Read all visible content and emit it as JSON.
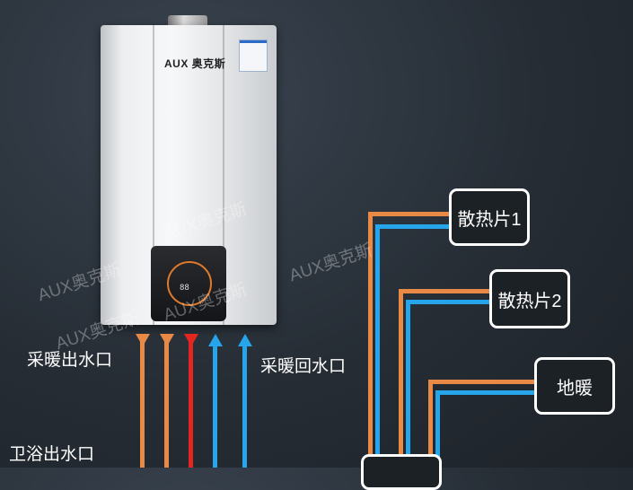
{
  "boiler": {
    "brand": "AUX 奥克斯",
    "display_value": "88"
  },
  "labels": {
    "heating_out": "采暖出水口",
    "heating_return": "采暖回水口",
    "bath_out": "卫浴出水口"
  },
  "boxes": {
    "radiator1": "散热片1",
    "radiator2": "散热片2",
    "floor_heating": "地暖"
  },
  "watermark": "AUX奥克斯",
  "colors": {
    "hot": "#e88a45",
    "red": "#e3261f",
    "cold": "#27a5ea"
  }
}
